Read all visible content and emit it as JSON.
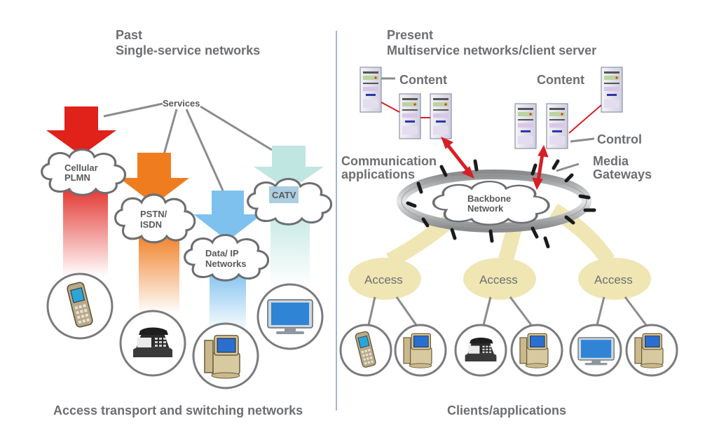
{
  "past": {
    "heading": "Past",
    "subheading": "Single-service networks",
    "services_label": "Services",
    "networks": [
      {
        "line1": "Cellular",
        "line2": "PLMN",
        "color": "#e0221b"
      },
      {
        "line1": "PSTN/",
        "line2": "ISDN",
        "color": "#ef7d20"
      },
      {
        "line1": "Data/ IP",
        "line2": "Networks",
        "color": "#7ec1ee"
      },
      {
        "line1": "CATV",
        "line2": "",
        "color": "#bfe6e1"
      }
    ],
    "footer": "Access transport and switching networks"
  },
  "present": {
    "heading": "Present",
    "subheading": "Multiservice networks/client server",
    "content_left": "Content",
    "content_right": "Content",
    "control": "Control",
    "comm_line1": "Communication",
    "comm_line2": "applications",
    "media_line1": "Media",
    "media_line2": "Gateways",
    "backbone_line1": "Backbone",
    "backbone_line2": "Network",
    "access_labels": [
      "Access",
      "Access",
      "Access"
    ],
    "footer": "Clients/applications"
  },
  "icons": {
    "past_devices": [
      "mobile-phone-icon",
      "desk-telephone-icon",
      "desktop-computer-icon",
      "tv-monitor-icon"
    ],
    "present_clients": [
      "mobile-phone-icon",
      "desktop-computer-icon",
      "desk-telephone-icon",
      "desktop-computer-icon",
      "tv-monitor-icon",
      "desktop-computer-icon"
    ],
    "servers": "server-tower-icon"
  },
  "colors": {
    "text": "#6d6e71",
    "divider": "#6f90b0",
    "access_fill": "#efe6b4",
    "link_arrow": "#d71f26"
  }
}
